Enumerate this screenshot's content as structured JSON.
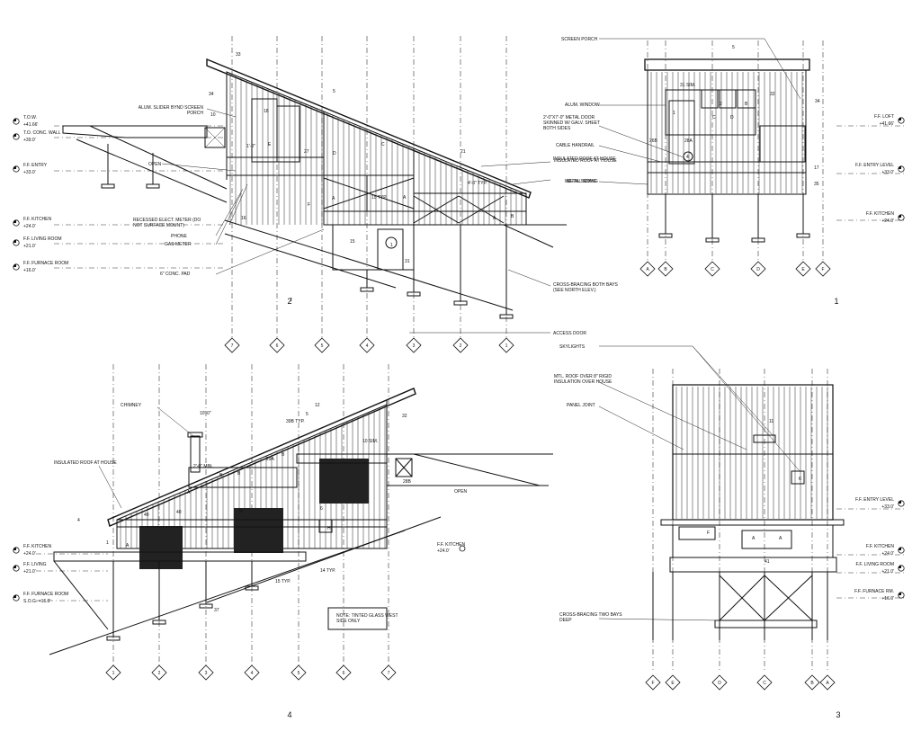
{
  "views": [
    {
      "number": "2",
      "levels": [
        {
          "name": "T.O.W.",
          "value": "+41.66'"
        },
        {
          "name": "T.O. CONC. WALL",
          "value": "+39.0'"
        },
        {
          "name": "F.F. ENTRY",
          "value": "+33.0'"
        },
        {
          "name": "F.F. KITCHEN",
          "value": "+24.0'"
        },
        {
          "name": "F.F. LIVING ROOM",
          "value": "+21.0'"
        },
        {
          "name": "F.F. FURNACE ROOM",
          "value": "+16.0'"
        }
      ],
      "callouts": [
        "ALUM. SLIDER BYND SCREEN PORCH",
        "OPEN",
        "RECESSED ELECT. METER (DO NOT SURFACE MOUNT)",
        "PHONE",
        "GAS METER",
        "6\" CONC. PAD",
        "INSULATED ROOF AT HOUSE",
        "METAL SIDING",
        "CROSS-BRACING BOTH BAYS (SEE NORTH ELEV.)",
        "ACCESS DOOR"
      ],
      "grid": [
        "7",
        "6",
        "5",
        "4",
        "3",
        "2",
        "1"
      ]
    },
    {
      "number": "1",
      "levels": [
        {
          "name": "F.F. LOFT",
          "value": "+41.66'"
        },
        {
          "name": "F.F. ENTRY LEVEL",
          "value": "+33.0'"
        },
        {
          "name": "F.F. KITCHEN",
          "value": "+24.0'"
        }
      ],
      "callouts": [
        "SCREEN PORCH",
        "ALUM. WINDOW",
        "2'-0\"X7'-0\" METAL DOOR SKINNED W/ GALV. SHEET BOTH SIDES",
        "CABLE HANDRAIL",
        "INSULATED ROOF AT HOUSE",
        "METAL SIDING"
      ],
      "grid": [
        "A",
        "B",
        "C",
        "D",
        "E",
        "F"
      ]
    },
    {
      "number": "4",
      "levels": [
        {
          "name": "F.F. KITCHEN",
          "value": "+24.0'"
        },
        {
          "name": "F.F. LIVING",
          "value": "+21.0'"
        },
        {
          "name": "F.F. FURNACE ROOM",
          "value": "S.O.G. +16.0'"
        }
      ],
      "callouts": [
        "CHIMNEY",
        "INSULATED ROOF AT HOUSE",
        "OPEN",
        "NOTE: TINTED GLASS WEST SIDE ONLY"
      ],
      "kitchen_tag": {
        "name": "F.F. KITCHEN",
        "value": "+24.0'"
      },
      "grid": [
        "1",
        "2",
        "3",
        "4",
        "5",
        "6",
        "7"
      ]
    },
    {
      "number": "3",
      "levels": [
        {
          "name": "F.F. ENTRY LEVEL",
          "value": "+33.0'"
        },
        {
          "name": "F.F. KITCHEN",
          "value": "+24.0'"
        },
        {
          "name": "F.F. LIVING ROOM",
          "value": "+21.0'"
        },
        {
          "name": "F.F. FURNACE RM.",
          "value": "+16.0'"
        }
      ],
      "callouts": [
        "SKYLIGHTS",
        "MTL. ROOF OVER 8\" RIGID INSULATION OVER HOUSE",
        "PANEL JOINT",
        "CROSS-BRACING TWO BAYS DEEP"
      ],
      "grid": [
        "F",
        "E",
        "D",
        "C",
        "B",
        "A"
      ]
    }
  ],
  "tags": {
    "view2": [
      "33",
      "34",
      "10",
      "18",
      "1'-0\"",
      "E",
      "27",
      "D",
      "C",
      "21",
      "B",
      "4'-0\" TYP.",
      "A",
      "15 TYP.",
      "A",
      "16",
      "15",
      "1",
      "31",
      "5",
      "F",
      "A",
      "2"
    ],
    "view1": [
      "5",
      "31 SIM.",
      "32",
      "34",
      "26B",
      "28A",
      "4",
      "17",
      "35",
      "1",
      "2",
      "B",
      "C",
      "D"
    ],
    "view4": [
      "10'-0\"",
      "39B TYP.",
      "5",
      "12",
      "32",
      "10 SIM.",
      "29A",
      "B",
      "B",
      "2'-0\" MIN.",
      "B",
      "A",
      "40",
      "40",
      "B",
      "A",
      "H",
      "28B",
      "6",
      "14 TYP.",
      "15 TYP.",
      "37",
      "4",
      "1"
    ],
    "view3": [
      "11",
      "K",
      "F",
      "A",
      "A",
      "41"
    ]
  }
}
